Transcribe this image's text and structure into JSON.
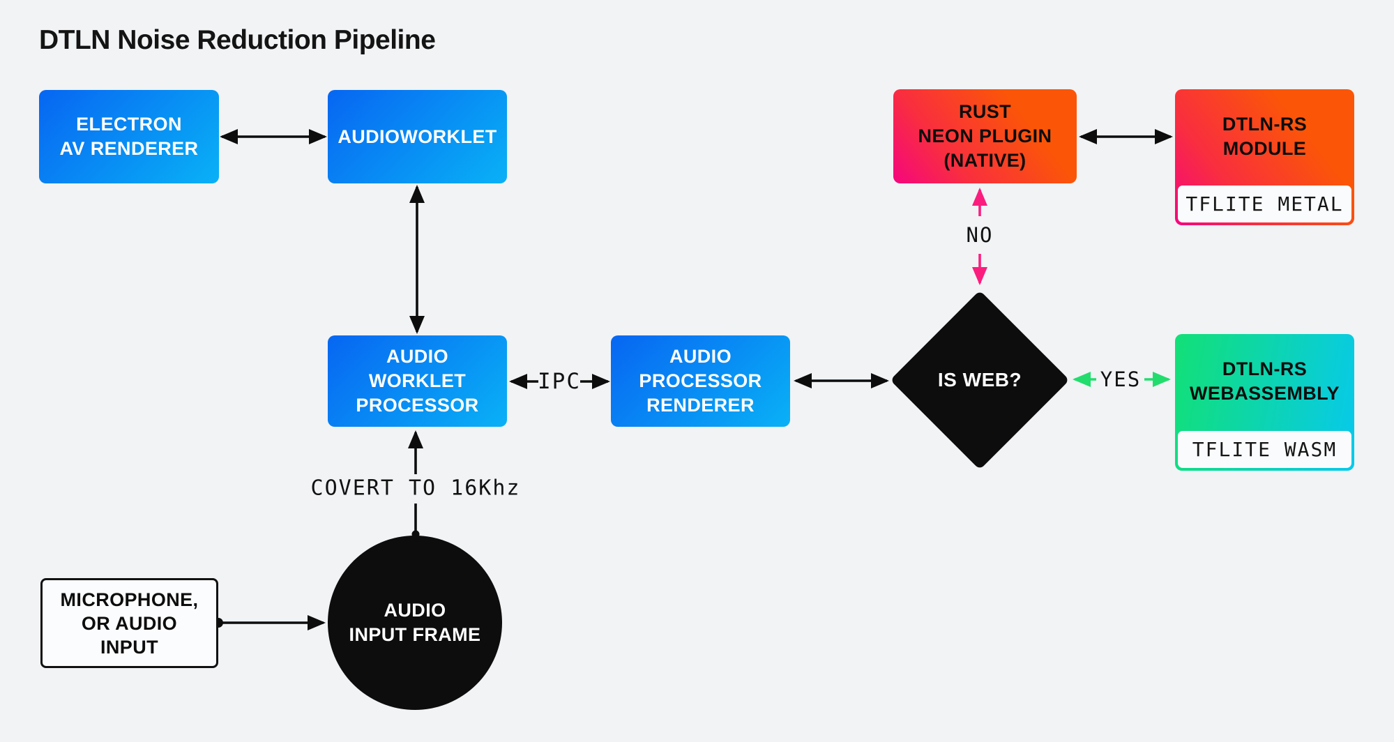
{
  "title": "DTLN Noise Reduction Pipeline",
  "nodes": {
    "electron_av_renderer": {
      "label": "ELECTRON\nAV RENDERER",
      "shape": "rect",
      "style": "blue-gradient"
    },
    "audioworklet": {
      "label": "AUDIOWORKLET",
      "shape": "rect",
      "style": "blue-gradient"
    },
    "audio_worklet_processor": {
      "label": "AUDIO\nWORKLET\nPROCESSOR",
      "shape": "rect",
      "style": "blue-gradient"
    },
    "audio_processor_renderer": {
      "label": "AUDIO\nPROCESSOR\nRENDERER",
      "shape": "rect",
      "style": "blue-gradient"
    },
    "is_web": {
      "label": "IS WEB?",
      "shape": "diamond",
      "style": "black"
    },
    "rust_neon_plugin": {
      "label": "RUST\nNEON PLUGIN\n(NATIVE)",
      "shape": "rect",
      "style": "orange-gradient"
    },
    "dtln_rs_module": {
      "label": "DTLN-RS\nMODULE",
      "sub_label": "TFLITE METAL",
      "shape": "rect",
      "style": "orange-gradient"
    },
    "dtln_rs_webassembly": {
      "label": "DTLN-RS\nWEBASSEMBLY",
      "sub_label": "TFLITE WASM",
      "shape": "rect",
      "style": "green-gradient"
    },
    "microphone": {
      "label": "MICROPHONE,\nOR AUDIO\nINPUT",
      "shape": "rect",
      "style": "outline"
    },
    "audio_input_frame": {
      "label": "AUDIO\nINPUT FRAME",
      "shape": "circle",
      "style": "black"
    }
  },
  "edges": [
    {
      "from": "electron_av_renderer",
      "to": "audioworklet",
      "type": "bidirectional",
      "color": "black"
    },
    {
      "from": "audioworklet",
      "to": "audio_worklet_processor",
      "type": "bidirectional",
      "color": "black"
    },
    {
      "from": "audio_worklet_processor",
      "to": "audio_processor_renderer",
      "label": "IPC",
      "type": "bidirectional",
      "color": "black"
    },
    {
      "from": "audio_processor_renderer",
      "to": "is_web",
      "type": "bidirectional",
      "color": "black"
    },
    {
      "from": "is_web",
      "to": "rust_neon_plugin",
      "label": "NO",
      "type": "bidirectional",
      "color": "pink"
    },
    {
      "from": "is_web",
      "to": "dtln_rs_webassembly",
      "label": "YES",
      "type": "bidirectional",
      "color": "green"
    },
    {
      "from": "rust_neon_plugin",
      "to": "dtln_rs_module",
      "type": "bidirectional",
      "color": "black"
    },
    {
      "from": "microphone",
      "to": "audio_input_frame",
      "type": "directed",
      "color": "black"
    },
    {
      "from": "audio_input_frame",
      "to": "audio_worklet_processor",
      "label": "COVERT TO 16Khz",
      "type": "directed",
      "color": "black"
    }
  ],
  "colors": {
    "background": "#f1f3f5",
    "blue_gradient": [
      "#0766f2",
      "#09b1f6"
    ],
    "orange_gradient": [
      "#f5067e",
      "#fb5607"
    ],
    "green_gradient": [
      "#12e076",
      "#07c9ec"
    ],
    "node_black": "#0d0d0d",
    "arrow_black": "#0d0d0d",
    "arrow_pink": "#fb1d7e",
    "arrow_green": "#22dd6e",
    "sub_box_bg": "#fafbfc"
  }
}
